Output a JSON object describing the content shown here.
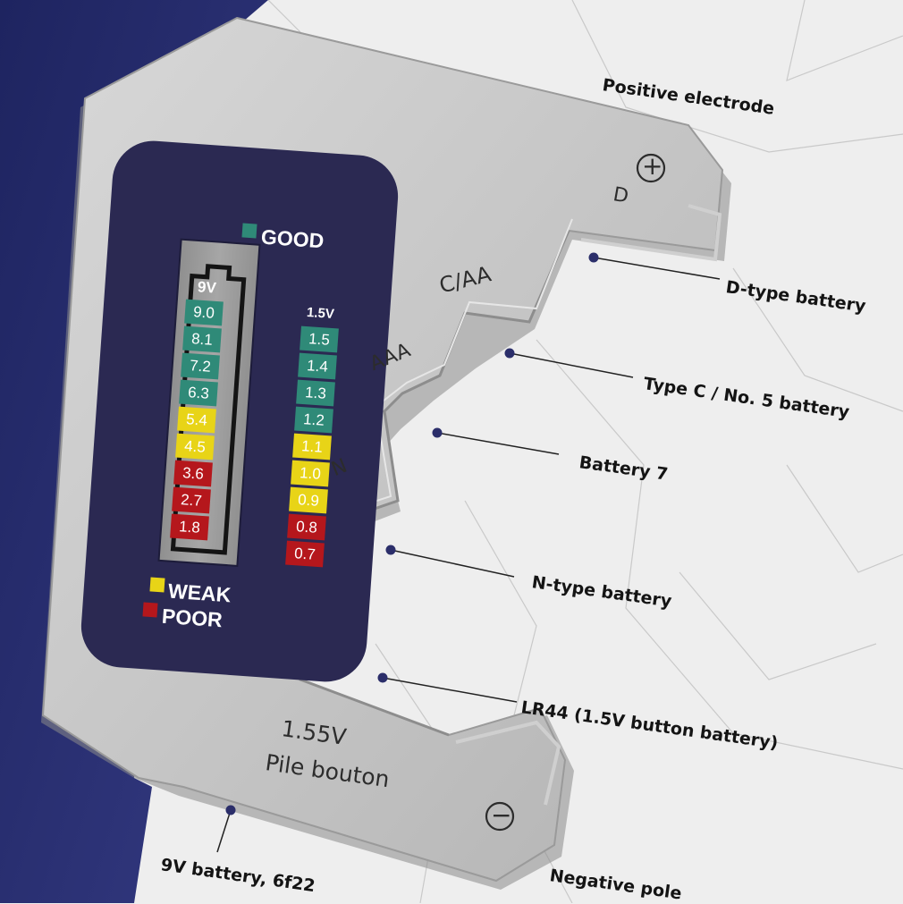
{
  "colors": {
    "navy": "#2a2f6e",
    "marble": "#eeeeee",
    "device_silver": "#c4c4c4",
    "panel": "#2b2952",
    "good": "#2f8a78",
    "weak": "#e8d417",
    "poor": "#b5171c",
    "lcd": "#9b9b9b",
    "dot": "#2b2e6a"
  },
  "panel": {
    "good_label": "GOOD",
    "weak_label": "WEAK",
    "poor_label": "POOR",
    "left_header": "9V",
    "right_header": "1.5V",
    "left_scale": [
      {
        "value": "9.0",
        "level": "good"
      },
      {
        "value": "8.1",
        "level": "good"
      },
      {
        "value": "7.2",
        "level": "good"
      },
      {
        "value": "6.3",
        "level": "good"
      },
      {
        "value": "5.4",
        "level": "weak"
      },
      {
        "value": "4.5",
        "level": "weak"
      },
      {
        "value": "3.6",
        "level": "poor"
      },
      {
        "value": "2.7",
        "level": "poor"
      },
      {
        "value": "1.8",
        "level": "poor"
      }
    ],
    "right_scale": [
      {
        "value": "1.5",
        "level": "good"
      },
      {
        "value": "1.4",
        "level": "good"
      },
      {
        "value": "1.3",
        "level": "good"
      },
      {
        "value": "1.2",
        "level": "good"
      },
      {
        "value": "1.1",
        "level": "weak"
      },
      {
        "value": "1.0",
        "level": "weak"
      },
      {
        "value": "0.9",
        "level": "weak"
      },
      {
        "value": "0.8",
        "level": "poor"
      },
      {
        "value": "0.7",
        "level": "poor"
      }
    ]
  },
  "device_labels": {
    "plus_symbol": "+",
    "minus_symbol": "−",
    "slot_d": "D",
    "slot_c_aa": "C/AA",
    "slot_aaa": "AAA",
    "slot_n": "N",
    "button_voltage": "1.55V",
    "button_name": "Pile bouton"
  },
  "callouts": {
    "positive_electrode": "Positive electrode",
    "d_type": "D-type battery",
    "type_c": "Type C / No. 5 battery",
    "battery_7": "Battery 7",
    "n_type": "N-type battery",
    "lr44": "LR44 (1.5V button battery)",
    "nine_volt": "9V battery, 6f22",
    "negative_pole": "Negative pole"
  }
}
